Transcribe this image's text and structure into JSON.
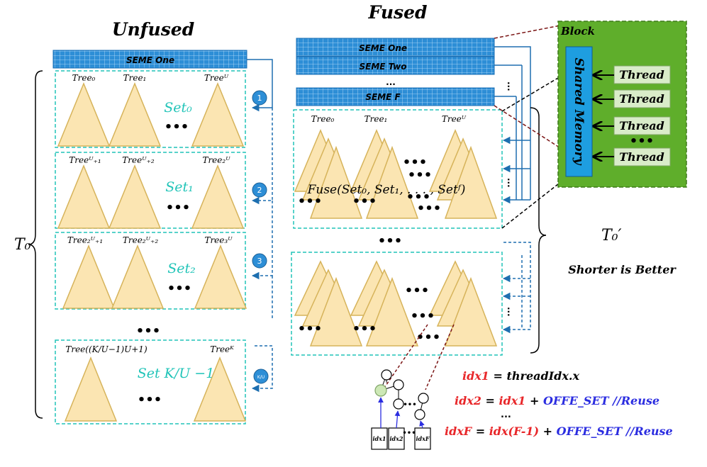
{
  "titles": {
    "unfused": "Unfused",
    "fused": "Fused"
  },
  "unfused": {
    "bar": "SEME One",
    "sets": [
      {
        "trees": [
          "Tree₀",
          "Tree₁",
          "Treeᵁ"
        ],
        "label": "Set₀",
        "step": "1"
      },
      {
        "trees": [
          "Treeᵁ₊₁",
          "Treeᵁ₊₂",
          "Tree₂ᵁ"
        ],
        "label": "Set₁",
        "step": "2"
      },
      {
        "trees": [
          "Tree₂ᵁ₊₁",
          "Tree₂ᵁ₊₂",
          "Tree₃ᵁ"
        ],
        "label": "Set₂",
        "step": "3"
      },
      {
        "trees": [
          "Tree((K/U−1)U+1)",
          "Treeᴷ"
        ],
        "label": "Set K/U −1",
        "step": "K/U"
      }
    ],
    "dots": "•••"
  },
  "time_unfused": "T₀",
  "fused": {
    "bars": [
      "SEME One",
      "SEME Two",
      "SEME F"
    ],
    "bar_gap": "...",
    "trees": [
      "Tree₀",
      "Tree₁",
      "Treeᵁ"
    ],
    "fuse_text": "Fuse(Set₀, Set₁, . . . , Setᶠ)",
    "dots": "•••"
  },
  "time_fused": "T₀′",
  "shorter": "Shorter is Better",
  "block": {
    "title": "Block",
    "memory": "Shared Memory",
    "threads": [
      "Thread",
      "Thread",
      "Thread",
      "Thread"
    ],
    "dots": "•••"
  },
  "indices": [
    "idx1",
    "idx2",
    "idxF"
  ],
  "code": [
    {
      "lhs": "idx1",
      "eq": " = ",
      "rhs": "threadIdx.x",
      "op": "",
      "off": "",
      "cm": ""
    },
    {
      "lhs": "idx2",
      "eq": " = ",
      "rhs": "idx1",
      "op": " + ",
      "off": "OFFE_SET",
      "cm": " //Reuse"
    },
    {
      "lhs": "idxF",
      "eq": " = ",
      "rhs": "idx(F-1)",
      "op": " + ",
      "off": "OFFE_SET",
      "cm": " //Reuse"
    }
  ],
  "code_gap": "...",
  "colors": {
    "bar": "#2d8ed6",
    "teal": "#21c4b8",
    "tree": "#fbe5b2",
    "tree_edge": "#d6b35a",
    "block": "#5fae2b",
    "memory": "#1e9ee0",
    "thread": "#d9ecc9",
    "red": "#e8272a",
    "blue": "#2b2de0",
    "arrow": "#1e6fb0",
    "darkred": "#7a1414"
  }
}
